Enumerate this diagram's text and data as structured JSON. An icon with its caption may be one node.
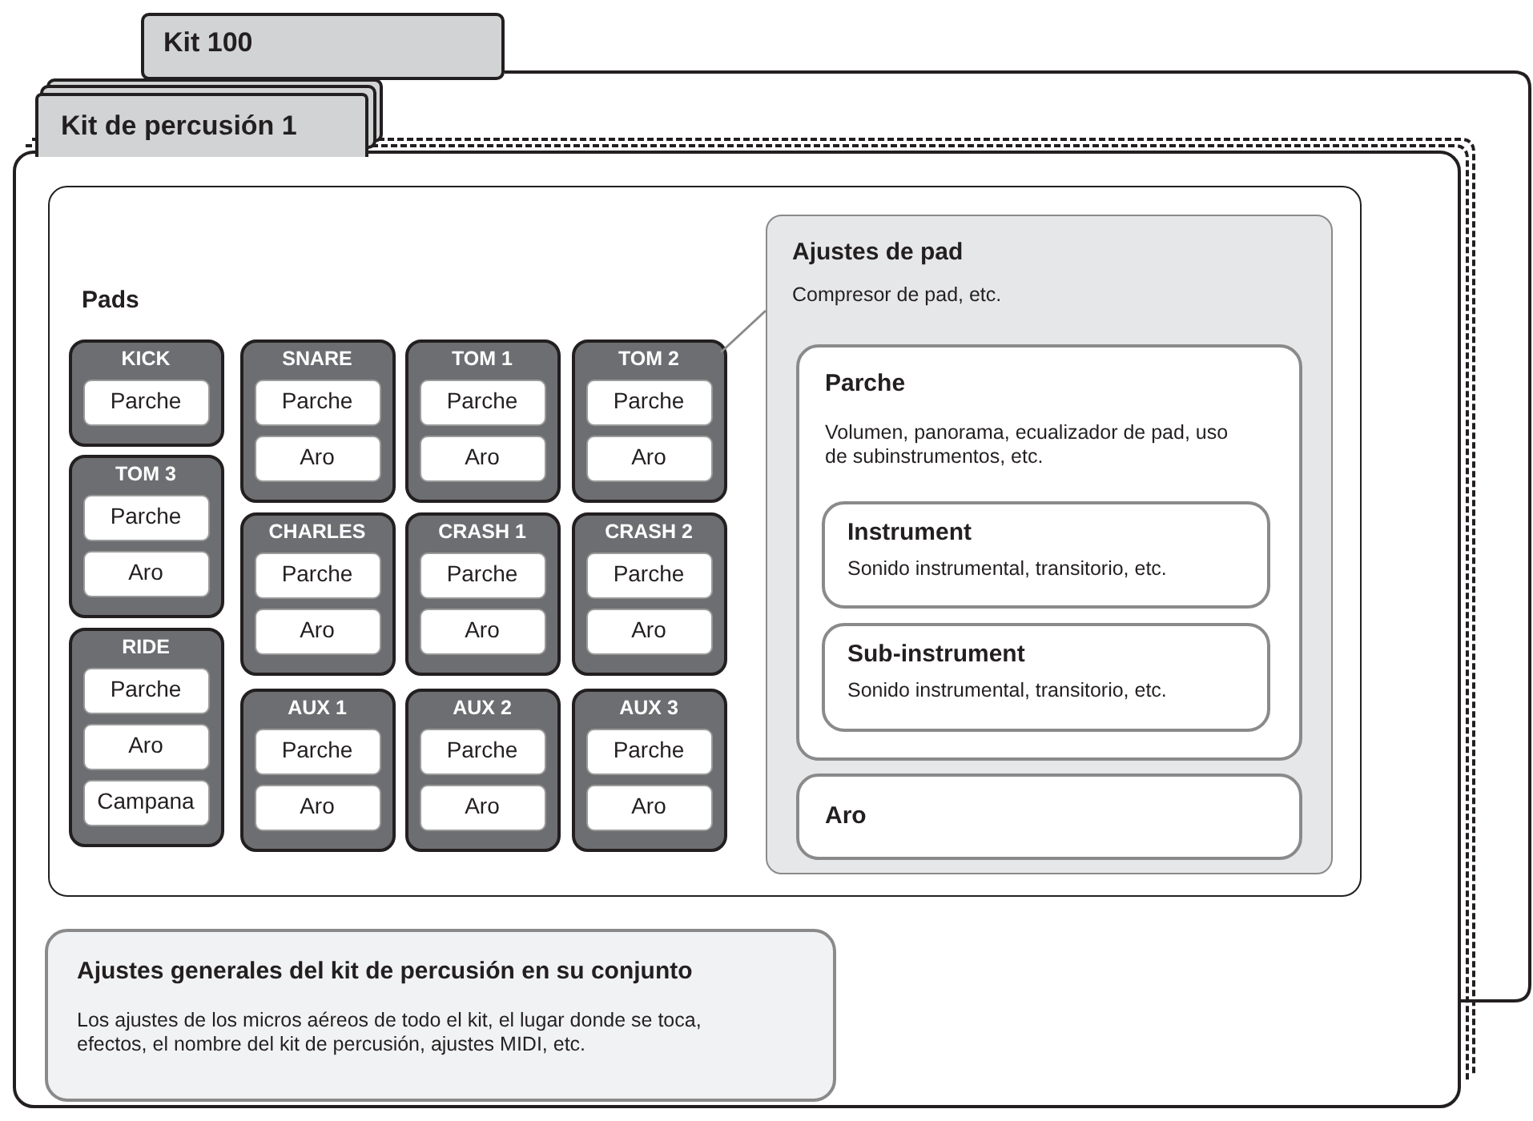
{
  "diagram": {
    "nodes": [
      {
        "text": [
          "Kit 100"
        ]
      },
      {
        "text": [
          "Kit de percusión 1"
        ]
      },
      {
        "text": [
          "Pads"
        ],
        "in": 1
      },
      {
        "text": [
          "KICK"
        ],
        "in": 2
      },
      {
        "text": [
          "Parche"
        ],
        "in": 3
      },
      {
        "text": [
          "SNARE"
        ],
        "in": 2
      },
      {
        "text": [
          "Parche"
        ],
        "in": 5
      },
      {
        "text": [
          "Aro"
        ],
        "in": 5
      },
      {
        "text": [
          "TOM 1"
        ],
        "in": 2
      },
      {
        "text": [
          "Parche"
        ],
        "in": 8
      },
      {
        "text": [
          "Aro"
        ],
        "in": 8
      },
      {
        "text": [
          "TOM 2"
        ],
        "in": 2
      },
      {
        "text": [
          "Parche"
        ],
        "in": 11
      },
      {
        "text": [
          "Aro"
        ],
        "in": 11
      },
      {
        "text": [
          "TOM 3"
        ],
        "in": 2
      },
      {
        "text": [
          "Parche"
        ],
        "in": 14
      },
      {
        "text": [
          "Aro"
        ],
        "in": 14
      },
      {
        "text": [
          "CHARLES"
        ],
        "in": 2
      },
      {
        "text": [
          "Parche"
        ],
        "in": 17
      },
      {
        "text": [
          "Aro"
        ],
        "in": 17
      },
      {
        "text": [
          "CRASH 1"
        ],
        "in": 2
      },
      {
        "text": [
          "Parche"
        ],
        "in": 20
      },
      {
        "text": [
          "Aro"
        ],
        "in": 20
      },
      {
        "text": [
          "CRASH 2"
        ],
        "in": 2
      },
      {
        "text": [
          "Parche"
        ],
        "in": 23
      },
      {
        "text": [
          "Aro"
        ],
        "in": 23
      },
      {
        "text": [
          "RIDE"
        ],
        "in": 2
      },
      {
        "text": [
          "Parche"
        ],
        "in": 26
      },
      {
        "text": [
          "Aro"
        ],
        "in": 26
      },
      {
        "text": [
          "Campana"
        ],
        "in": 26
      },
      {
        "text": [
          "AUX 1"
        ],
        "in": 2
      },
      {
        "text": [
          "Parche"
        ],
        "in": 30
      },
      {
        "text": [
          "Aro"
        ],
        "in": 30
      },
      {
        "text": [
          "AUX 2"
        ],
        "in": 2
      },
      {
        "text": [
          "Parche"
        ],
        "in": 33
      },
      {
        "text": [
          "Aro"
        ],
        "in": 33
      },
      {
        "text": [
          "AUX 3"
        ],
        "in": 2
      },
      {
        "text": [
          "Parche"
        ],
        "in": 36
      },
      {
        "text": [
          "Aro"
        ],
        "in": 36
      },
      {
        "text": [
          "Ajustes de pad",
          "Compresor de pad, etc."
        ],
        "in": 2
      },
      {
        "text": [
          "Parche",
          "Volumen, panorama, ecualizador de pad, uso de subinstrumentos, etc."
        ],
        "in": 39
      },
      {
        "text": [
          "Instrument",
          "Sonido instrumental, transitorio, etc."
        ],
        "in": 40
      },
      {
        "text": [
          "Sub-instrument",
          "Sonido instrumental, transitorio, etc."
        ],
        "in": 40
      },
      {
        "text": [
          "Aro"
        ],
        "in": 39
      },
      {
        "text": [
          "Ajustes generales del kit de percusión en su conjunto",
          "Los ajustes de los micros aéreos de todo el kit, el lugar donde se toca, efectos, el nombre del kit de percusión, ajustes MIDI, etc."
        ],
        "in": 1
      }
    ],
    "edges": [
      {
        "from": 39,
        "to": 11,
        "arrow": "none"
      }
    ]
  }
}
